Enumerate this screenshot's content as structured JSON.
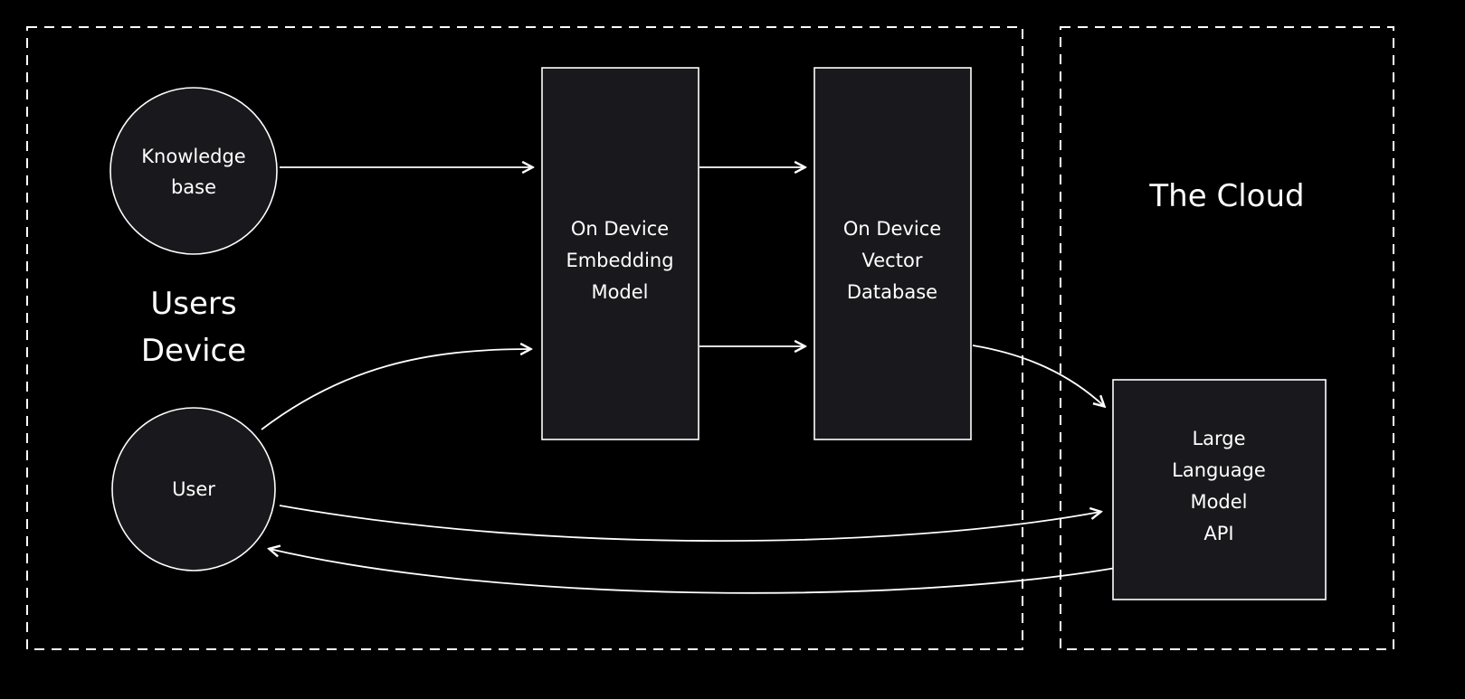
{
  "diagram": {
    "description": "On-device RAG architecture diagram",
    "colors": {
      "background": "#000000",
      "node_fill": "#19191d",
      "line": "#ffffff",
      "text": "#ffffff"
    },
    "containers": {
      "users_device": {
        "label_line1": "Users",
        "label_line2": "Device"
      },
      "the_cloud": {
        "label": "The Cloud"
      }
    },
    "nodes": {
      "knowledge_base": {
        "shape": "circle",
        "line1": "Knowledge",
        "line2": "base"
      },
      "user": {
        "shape": "circle",
        "label": "User"
      },
      "embedding_model": {
        "shape": "rect",
        "line1": "On Device",
        "line2": "Embedding",
        "line3": "Model"
      },
      "vector_database": {
        "shape": "rect",
        "line1": "On Device",
        "line2": "Vector",
        "line3": "Database"
      },
      "llm_api": {
        "shape": "rect",
        "line1": "Large",
        "line2": "Language",
        "line3": "Model",
        "line4": "API"
      }
    },
    "edges": [
      {
        "from": "knowledge-base",
        "to": "embedding-model",
        "style": "straight"
      },
      {
        "from": "embedding-model",
        "to": "vector-database",
        "style": "straight-top"
      },
      {
        "from": "embedding-model",
        "to": "vector-database",
        "style": "straight-bottom"
      },
      {
        "from": "user",
        "to": "embedding-model",
        "style": "curved"
      },
      {
        "from": "vector-database",
        "to": "llm-api",
        "style": "curved"
      },
      {
        "from": "user",
        "to": "llm-api",
        "style": "curved"
      },
      {
        "from": "llm-api",
        "to": "user",
        "style": "curved"
      }
    ]
  }
}
